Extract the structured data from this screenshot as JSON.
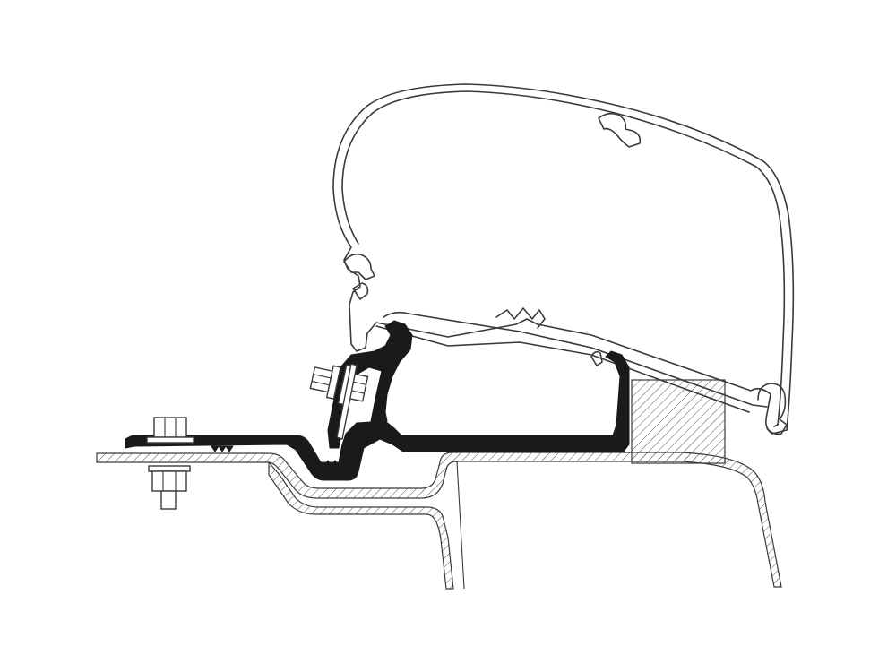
{
  "diagram": {
    "components": [
      {
        "id": "awning-case",
        "icon": "awning-profile-icon"
      },
      {
        "id": "adapter-rail",
        "icon": "mounting-rail-icon"
      },
      {
        "id": "roof-panel",
        "icon": "vehicle-roof-icon"
      },
      {
        "id": "spacer-block",
        "icon": "hatched-spacer-icon"
      },
      {
        "id": "bolt-vertical",
        "icon": "hex-bolt-icon"
      },
      {
        "id": "bolt-angled",
        "icon": "hex-bolt-icon"
      }
    ],
    "colors": {
      "line": "#3a3a3a",
      "bracket": "#1a1a1a",
      "background": "#ffffff"
    }
  }
}
